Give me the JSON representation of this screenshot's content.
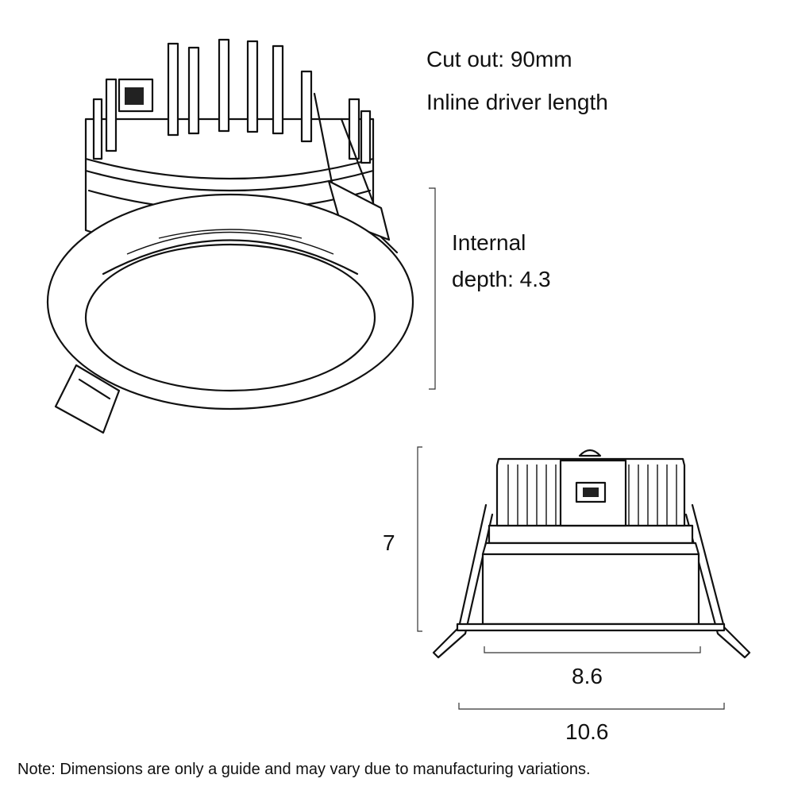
{
  "specs": {
    "cut_out": "Cut out: 90mm",
    "inline_driver": "Inline driver length",
    "internal_depth_line1": "Internal",
    "internal_depth_line2": "depth: 4.3"
  },
  "dimensions": {
    "height": "7",
    "inner_width": "8.6",
    "outer_width": "10.6"
  },
  "note": "Note: Dimensions are only a guide and may vary due to manufacturing variations."
}
